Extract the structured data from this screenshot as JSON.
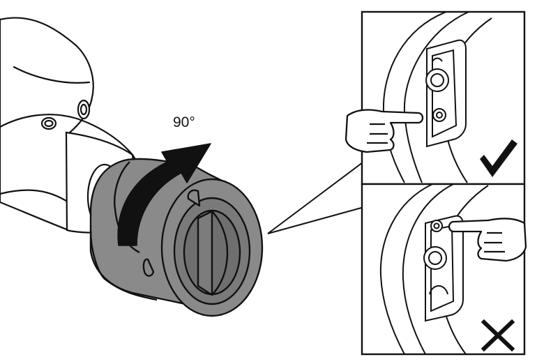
{
  "rotation": {
    "label": "90°"
  },
  "panels": [
    {
      "state": "correct",
      "mark_icon": "check-mark-icon",
      "hand_icon": "pointing-hand-icon"
    },
    {
      "state": "incorrect",
      "mark_icon": "cross-mark-icon",
      "hand_icon": "pointing-hand-icon"
    }
  ],
  "colors": {
    "line": "#111111",
    "cap_fill": "#8a8a8a",
    "cap_dark": "#6f6f6f",
    "background": "#ffffff"
  },
  "icons": {
    "rotation_arrow": "curved-arrow-icon",
    "camera": "camera-housing-icon",
    "lens_cap": "lens-cap-icon"
  }
}
